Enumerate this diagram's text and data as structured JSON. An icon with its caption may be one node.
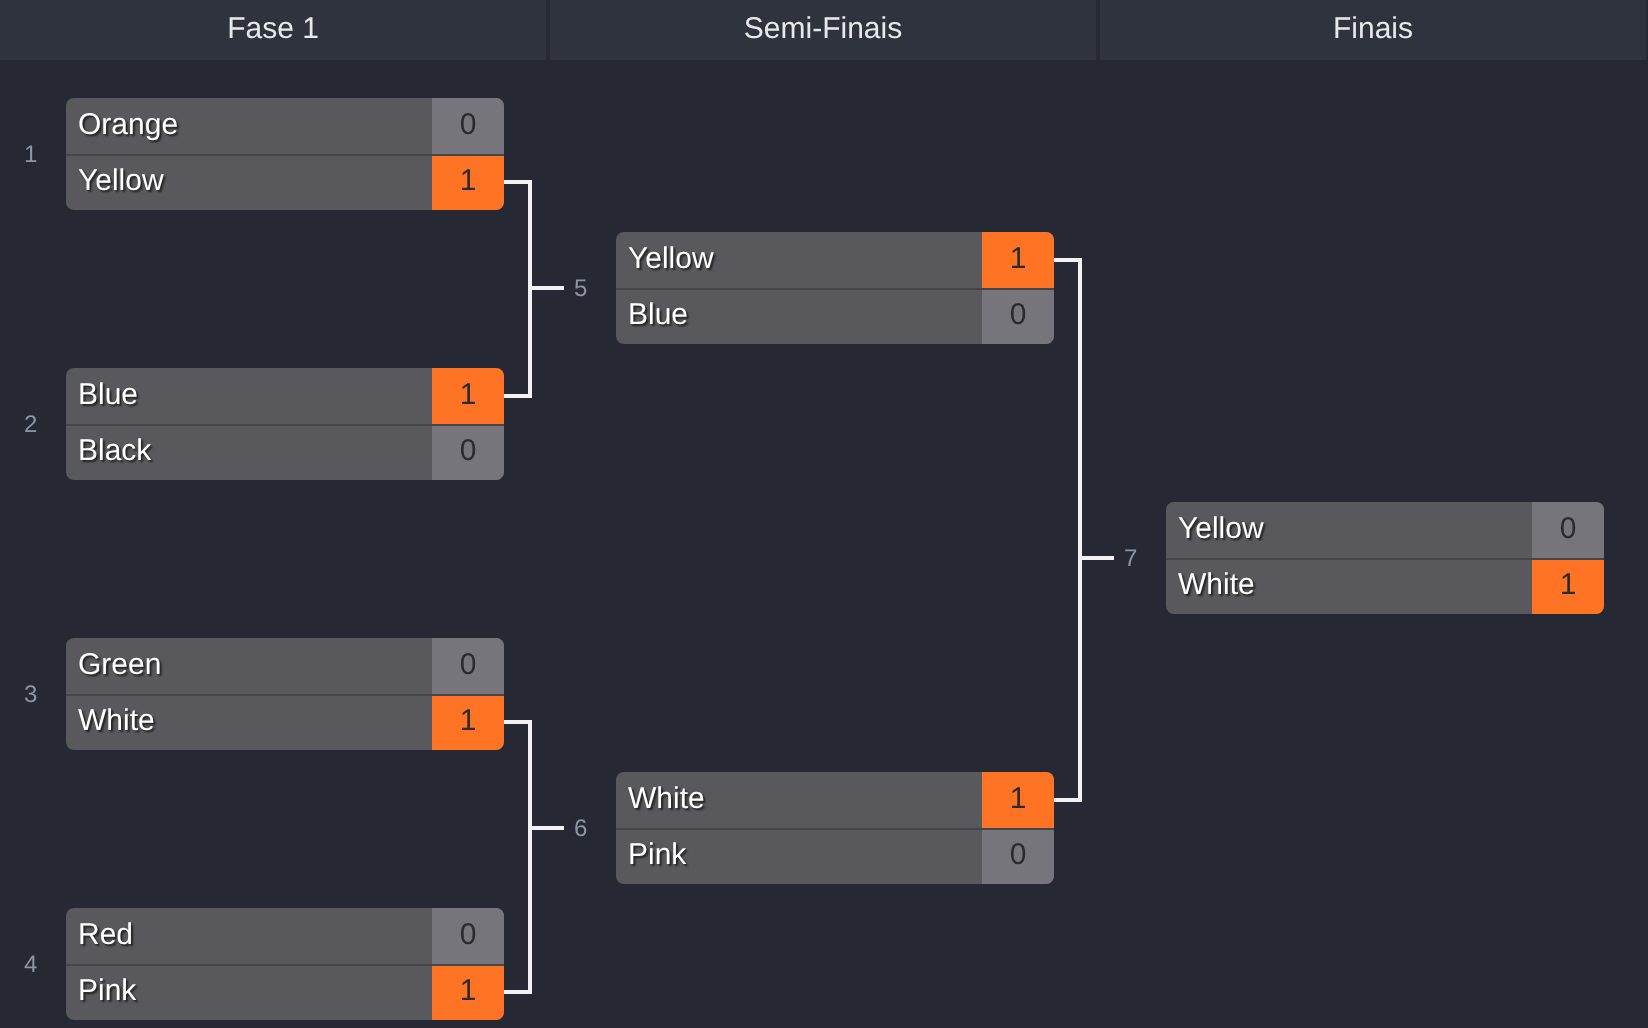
{
  "diagram": {
    "nodes": [
      {
        "text": [
          "Orange",
          "0",
          "Yellow",
          "1"
        ],
        "beside": [
          "1"
        ]
      },
      {
        "text": [
          "Blue",
          "1",
          "Black",
          "0"
        ],
        "beside": [
          "2"
        ]
      },
      {
        "text": [
          "Green",
          "0",
          "White",
          "1"
        ],
        "beside": [
          "3"
        ]
      },
      {
        "text": [
          "Red",
          "0",
          "Pink",
          "1"
        ],
        "beside": [
          "4"
        ]
      },
      {
        "text": [
          "Yellow",
          "1",
          "Blue",
          "0"
        ],
        "beside": [
          "5"
        ]
      },
      {
        "text": [
          "White",
          "1",
          "Pink",
          "0"
        ],
        "beside": [
          "6"
        ]
      },
      {
        "text": [
          "Yellow",
          "0",
          "White",
          "1"
        ],
        "beside": [
          "7"
        ]
      }
    ],
    "edges": [
      {
        "from": 0,
        "to": 4,
        "arrow": "none"
      },
      {
        "from": 1,
        "to": 4,
        "arrow": "none"
      },
      {
        "from": 2,
        "to": 5,
        "arrow": "none"
      },
      {
        "from": 3,
        "to": 5,
        "arrow": "none"
      },
      {
        "from": 4,
        "to": 6,
        "arrow": "none"
      },
      {
        "from": 5,
        "to": 6,
        "arrow": "none"
      }
    ],
    "labels": [
      "Fase 1",
      "Semi-Finais",
      "Finais"
    ]
  }
}
